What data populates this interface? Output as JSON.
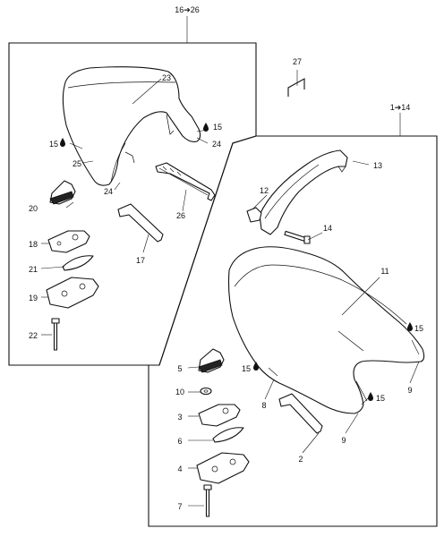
{
  "assemblies": [
    {
      "label": "16➔26"
    },
    {
      "label": "1➔14"
    }
  ],
  "callouts": [
    {
      "label": "23"
    },
    {
      "label": "15"
    },
    {
      "label": "24"
    },
    {
      "label": "15"
    },
    {
      "label": "25"
    },
    {
      "label": "24"
    },
    {
      "label": "20"
    },
    {
      "label": "26"
    },
    {
      "label": "18"
    },
    {
      "label": "17"
    },
    {
      "label": "21"
    },
    {
      "label": "19"
    },
    {
      "label": "22"
    },
    {
      "label": "27"
    },
    {
      "label": "13"
    },
    {
      "label": "12"
    },
    {
      "label": "14"
    },
    {
      "label": "11"
    },
    {
      "label": "15"
    },
    {
      "label": "5"
    },
    {
      "label": "15"
    },
    {
      "label": "9"
    },
    {
      "label": "10"
    },
    {
      "label": "8"
    },
    {
      "label": "15"
    },
    {
      "label": "3"
    },
    {
      "label": "9"
    },
    {
      "label": "6"
    },
    {
      "label": "2"
    },
    {
      "label": "4"
    },
    {
      "label": "7"
    }
  ],
  "colors": {
    "line": "#111111",
    "background": "#ffffff"
  }
}
